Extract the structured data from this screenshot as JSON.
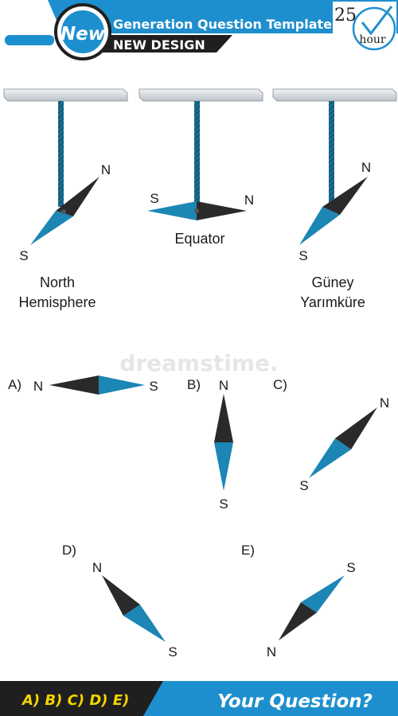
{
  "header": {
    "badge": "New",
    "title": "Generation Question Template",
    "subtitle": "NEW DESIGN",
    "timer_value": "25",
    "timer_unit": "hour"
  },
  "top_row": [
    {
      "caption_line1": "North",
      "caption_line2": "Hemisphere",
      "n_label": "N",
      "s_label": "S"
    },
    {
      "caption_line1": "Equator",
      "caption_line2": "",
      "n_label": "N",
      "s_label": "S"
    },
    {
      "caption_line1": "Güney",
      "caption_line2": "Yarımküre",
      "n_label": "N",
      "s_label": "S"
    }
  ],
  "watermark": "dreamstime.",
  "options": [
    {
      "letter": "A)",
      "n_label": "N",
      "s_label": "S"
    },
    {
      "letter": "B)",
      "n_label": "N",
      "s_label": "S"
    },
    {
      "letter": "C)",
      "n_label": "N",
      "s_label": "S"
    },
    {
      "letter": "D)",
      "n_label": "N",
      "s_label": "S"
    },
    {
      "letter": "E)",
      "n_label": "N",
      "s_label": "S"
    }
  ],
  "footer": {
    "choices": "A) B) C) D) E)",
    "prompt": "Your Question?"
  },
  "colors": {
    "accent_blue": "#1e8fce",
    "needle_blue": "#1c86b4",
    "needle_dark": "#2a2a2a",
    "footer_dark": "#1f1f1f"
  }
}
